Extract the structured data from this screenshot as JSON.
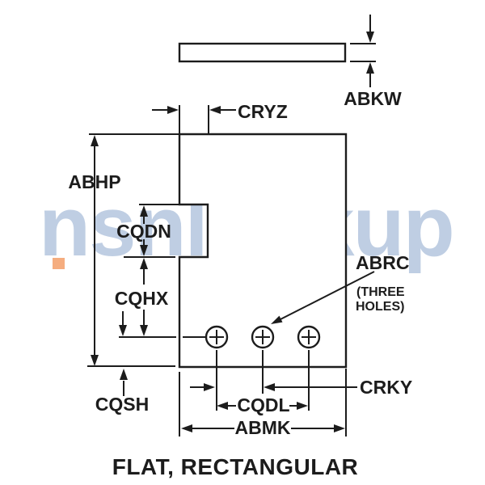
{
  "title": "FLAT, RECTANGULAR",
  "watermark": {
    "text": "nsnlookup",
    "color": "#b0c3dd",
    "dot_color": "#f5ad7f"
  },
  "colors": {
    "line": "#1c1c1c",
    "background": "#ffffff"
  },
  "labels": {
    "abkw": "ABKW",
    "cryz": "CRYZ",
    "abhp": "ABHP",
    "cqdn": "CQDN",
    "cqhx": "CQHX",
    "abrc": "ABRC",
    "abrc_note_line1": "(THREE",
    "abrc_note_line2": "HOLES)",
    "cqsh": "CQSH",
    "crky": "CRKY",
    "cqdl": "CQDL",
    "abmk": "ABMK"
  },
  "holes_count": 3
}
